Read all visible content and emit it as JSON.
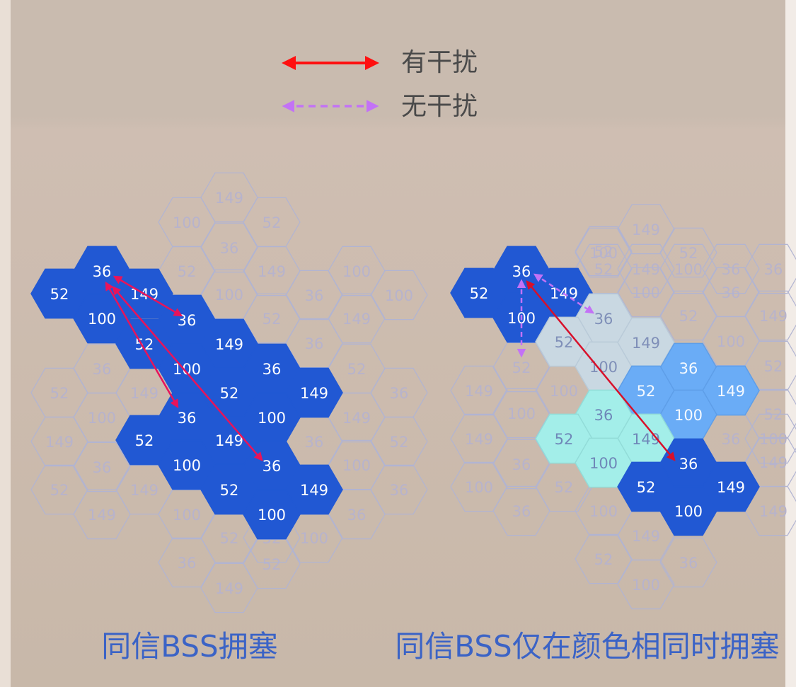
{
  "colors": {
    "page_bg": "#e9dfd6",
    "panel_bg": "#cdbcaf",
    "faint_hex_stroke": "#b1b4d2",
    "faint_hex_text": "#b7b3cc",
    "dark_blue": "#2158d3",
    "light_blue": "#6aacf6",
    "pale_blue": "#c9d8e2",
    "cyan": "#a3eee9",
    "interference": "#ff1010",
    "no_interference": "#c372f6",
    "caption": "#3b63c6",
    "legend_text": "#4a4a4a"
  },
  "legend": {
    "items": [
      {
        "label": "有干扰",
        "style": "solid"
      },
      {
        "label": "无干扰",
        "style": "dashed"
      }
    ]
  },
  "captions": {
    "left": "同信BSS拥塞",
    "right": "同信BSS仅在颜色相同时拥塞"
  },
  "panels": [
    {
      "hexes": [
        {
          "label": "149",
          "fill": "faint"
        },
        {
          "label": "100",
          "fill": "faint"
        },
        {
          "label": "52",
          "fill": "faint"
        },
        {
          "label": "36",
          "fill": "faint"
        },
        {
          "label": "52",
          "fill": "faint"
        },
        {
          "label": "149",
          "fill": "faint"
        },
        {
          "label": "100",
          "fill": "faint"
        },
        {
          "label": "52",
          "fill": "faint"
        },
        {
          "label": "36",
          "fill": "faint"
        },
        {
          "label": "100",
          "fill": "faint"
        },
        {
          "label": "149",
          "fill": "faint"
        },
        {
          "label": "100",
          "fill": "faint"
        },
        {
          "label": "36",
          "fill": "faint"
        },
        {
          "label": "52",
          "fill": "faint"
        },
        {
          "label": "52",
          "fill": "faint"
        },
        {
          "label": "149",
          "fill": "faint"
        },
        {
          "label": "36",
          "fill": "faint"
        },
        {
          "label": "100",
          "fill": "faint"
        },
        {
          "label": "36",
          "fill": "faint"
        },
        {
          "label": "52",
          "fill": "faint"
        },
        {
          "label": "149",
          "fill": "faint"
        },
        {
          "label": "149",
          "fill": "faint"
        },
        {
          "label": "100",
          "fill": "faint"
        },
        {
          "label": "52",
          "fill": "faint"
        },
        {
          "label": "36",
          "fill": "faint"
        },
        {
          "label": "52",
          "fill": "faint"
        },
        {
          "label": "149",
          "fill": "faint"
        },
        {
          "label": "100",
          "fill": "faint"
        },
        {
          "label": "36",
          "fill": "faint"
        },
        {
          "label": "149",
          "fill": "faint"
        },
        {
          "label": "36",
          "fill": "faint"
        },
        {
          "label": "100",
          "fill": "faint"
        },
        {
          "label": "52",
          "fill": "faint"
        },
        {
          "label": "36",
          "fill": "faint"
        },
        {
          "label": "149",
          "fill": "faint"
        },
        {
          "label": "100",
          "fill": "faint"
        },
        {
          "label": "36",
          "fill": "faint"
        },
        {
          "label": "52",
          "fill": "faint"
        },
        {
          "label": "36",
          "fill": "dark"
        },
        {
          "label": "52",
          "fill": "dark"
        },
        {
          "label": "149",
          "fill": "dark"
        },
        {
          "label": "100",
          "fill": "dark"
        },
        {
          "label": "36",
          "fill": "dark"
        },
        {
          "label": "52",
          "fill": "dark"
        },
        {
          "label": "149",
          "fill": "dark"
        },
        {
          "label": "100",
          "fill": "dark"
        },
        {
          "label": "36",
          "fill": "dark"
        },
        {
          "label": "52",
          "fill": "dark"
        },
        {
          "label": "149",
          "fill": "dark"
        },
        {
          "label": "36",
          "fill": "dark"
        },
        {
          "label": "100",
          "fill": "dark"
        },
        {
          "label": "52",
          "fill": "dark"
        },
        {
          "label": "149",
          "fill": "dark"
        },
        {
          "label": "100",
          "fill": "dark"
        },
        {
          "label": "36",
          "fill": "dark"
        },
        {
          "label": "52",
          "fill": "dark"
        },
        {
          "label": "149",
          "fill": "dark"
        },
        {
          "label": "100",
          "fill": "dark"
        }
      ]
    },
    {
      "hexes": [
        {
          "label": "149",
          "fill": "faint"
        },
        {
          "label": "100",
          "fill": "faint"
        },
        {
          "label": "52",
          "fill": "faint"
        },
        {
          "label": "100",
          "fill": "faint"
        },
        {
          "label": "52",
          "fill": "faint"
        },
        {
          "label": "36",
          "fill": "faint"
        },
        {
          "label": "149",
          "fill": "faint"
        },
        {
          "label": "100",
          "fill": "faint"
        },
        {
          "label": "52",
          "fill": "faint"
        },
        {
          "label": "36",
          "fill": "faint"
        },
        {
          "label": "52",
          "fill": "faint"
        },
        {
          "label": "149",
          "fill": "faint"
        },
        {
          "label": "100",
          "fill": "faint"
        },
        {
          "label": "149",
          "fill": "faint"
        },
        {
          "label": "36",
          "fill": "faint"
        },
        {
          "label": "52",
          "fill": "faint"
        },
        {
          "label": "149",
          "fill": "faint"
        },
        {
          "label": "36",
          "fill": "faint"
        },
        {
          "label": "100",
          "fill": "faint"
        },
        {
          "label": "36",
          "fill": "faint"
        },
        {
          "label": "52",
          "fill": "faint"
        },
        {
          "label": "100",
          "fill": "faint"
        },
        {
          "label": "149",
          "fill": "faint"
        },
        {
          "label": "52",
          "fill": "faint"
        },
        {
          "label": "36",
          "fill": "faint"
        },
        {
          "label": "100",
          "fill": "faint"
        },
        {
          "label": "36",
          "fill": "faint"
        },
        {
          "label": "149",
          "fill": "faint"
        },
        {
          "label": "100",
          "fill": "faint"
        },
        {
          "label": "52",
          "fill": "faint"
        },
        {
          "label": "149",
          "fill": "faint"
        },
        {
          "label": "100",
          "fill": "faint"
        },
        {
          "label": "36",
          "fill": "faint"
        },
        {
          "label": "52",
          "fill": "faint"
        },
        {
          "label": "100",
          "fill": "faint"
        },
        {
          "label": "52",
          "fill": "faint"
        },
        {
          "label": "36",
          "fill": "dark"
        },
        {
          "label": "52",
          "fill": "dark"
        },
        {
          "label": "149",
          "fill": "dark"
        },
        {
          "label": "100",
          "fill": "dark"
        },
        {
          "label": "36",
          "fill": "pale"
        },
        {
          "label": "52",
          "fill": "pale"
        },
        {
          "label": "100",
          "fill": "pale"
        },
        {
          "label": "149",
          "fill": "pale"
        },
        {
          "label": "36",
          "fill": "light"
        },
        {
          "label": "52",
          "fill": "light"
        },
        {
          "label": "149",
          "fill": "light"
        },
        {
          "label": "100",
          "fill": "light"
        },
        {
          "label": "36",
          "fill": "cyan"
        },
        {
          "label": "52",
          "fill": "cyan"
        },
        {
          "label": "149",
          "fill": "cyan"
        },
        {
          "label": "100",
          "fill": "cyan"
        },
        {
          "label": "36",
          "fill": "dark"
        },
        {
          "label": "52",
          "fill": "dark"
        },
        {
          "label": "149",
          "fill": "dark"
        },
        {
          "label": "100",
          "fill": "dark"
        }
      ]
    }
  ]
}
